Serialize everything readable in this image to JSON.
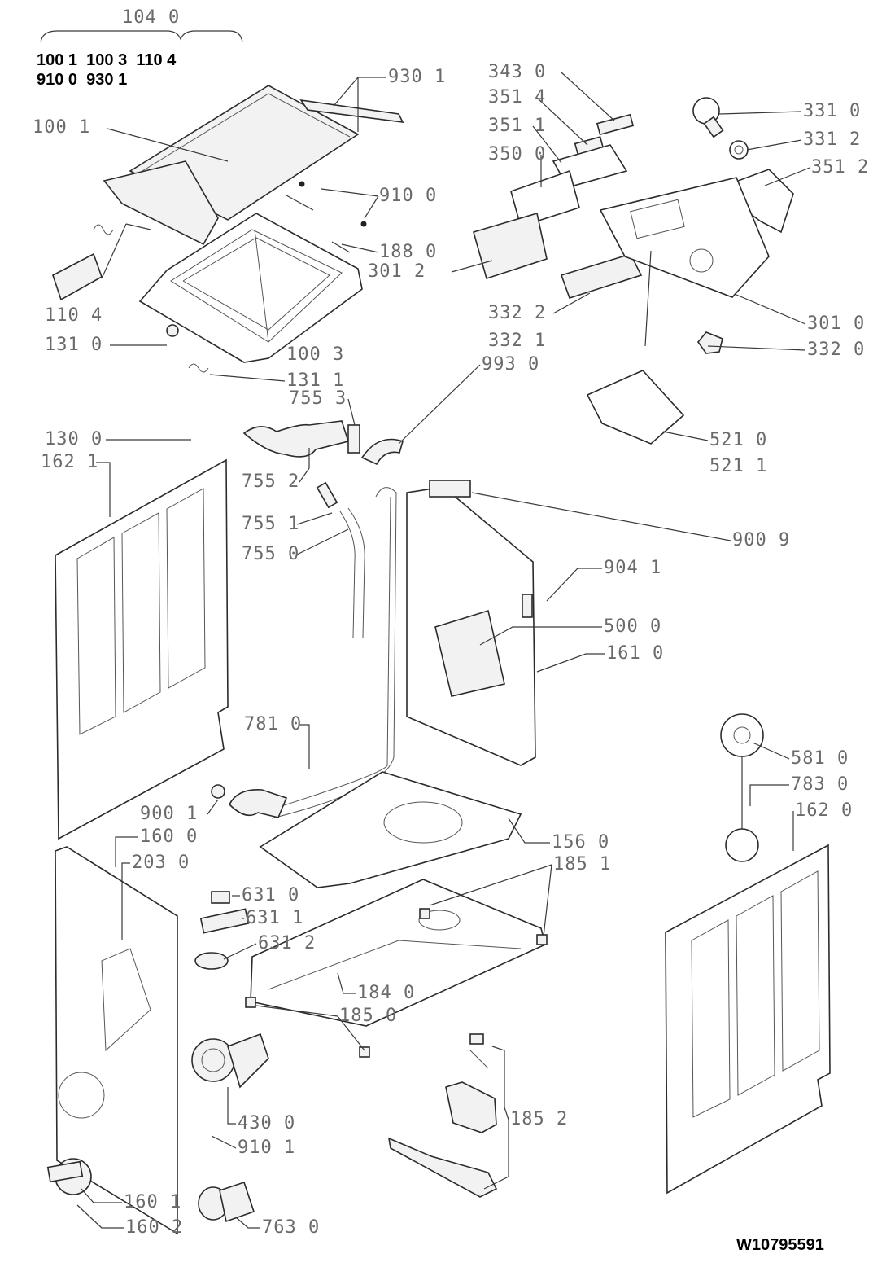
{
  "header": {
    "group_number": "104 0",
    "group_line_1": "100 1  100 3  110 4",
    "group_line_2": "910 0  930 1"
  },
  "document_id": "W10795591",
  "labels": [
    "930 1",
    "100 1",
    "910 0",
    "188 0",
    "301 2",
    "110 4",
    "131 0",
    "100 3",
    "131 1",
    "343 0",
    "351 4",
    "351 1",
    "350 0",
    "331 0",
    "331 2",
    "351 2",
    "332 2",
    "332 1",
    "301 0",
    "332 0",
    "993 0",
    "755 3",
    "130 0",
    "162 1",
    "755 2",
    "521 0",
    "521 1",
    "755 1",
    "755 0",
    "900 9",
    "904 1",
    "500 0",
    "161 0",
    "781 0",
    "581 0",
    "783 0",
    "162 0",
    "900 1",
    "160 0",
    "203 0",
    "156 0",
    "185 1",
    "631 0",
    "631 1",
    "631 2",
    "184 0",
    "185 0",
    "185 2",
    "430 0",
    "910 1",
    "160 1",
    "160 2",
    "763 0"
  ]
}
